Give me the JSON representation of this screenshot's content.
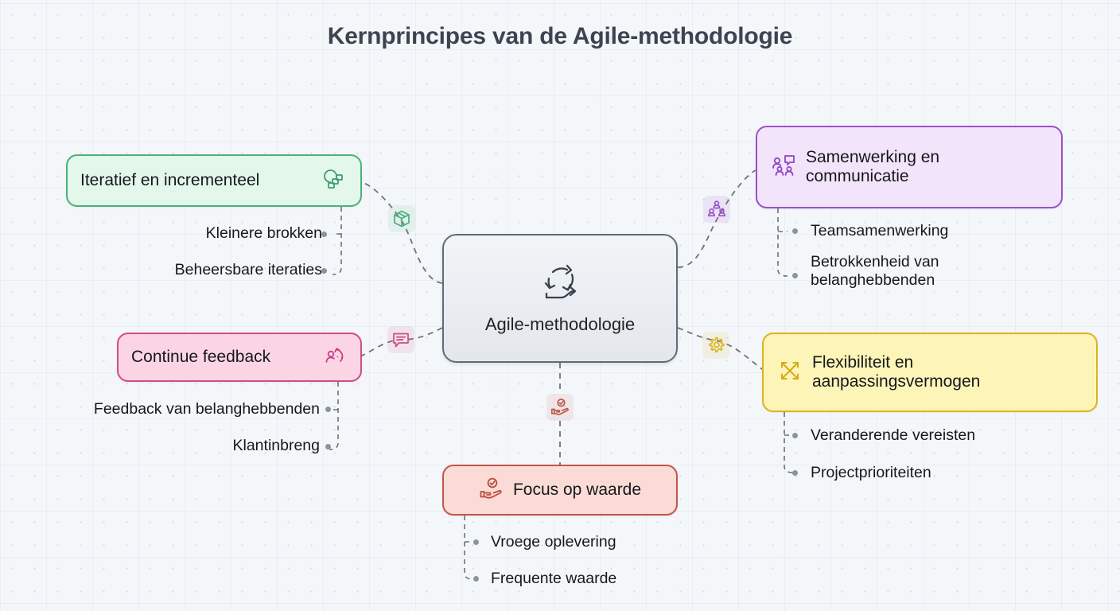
{
  "page": {
    "title": "Kernprincipes van de Agile-methodologie",
    "background": "#f4f7fa"
  },
  "center_node": {
    "label": "Agile-methodologie",
    "icon": "agile-cycle-icon",
    "fill": "#eceff3",
    "border": "#5f6b7a"
  },
  "branches": [
    {
      "id": "iterative",
      "label": "Iteratief en incrementeel",
      "icon": "incremental-blocks-icon",
      "edge_icon": "package-box-icon",
      "fill": "#e3f7ea",
      "border": "#4caf7d",
      "accent": "#3d9e6c",
      "sub_items": [
        "Kleinere brokken",
        "Beheersbare iteraties"
      ]
    },
    {
      "id": "collaboration",
      "label": "Samenwerking en\ncommunicatie",
      "icon": "people-chat-icon",
      "edge_icon": "users-group-icon",
      "fill": "#f2e4fa",
      "border": "#9b51c8",
      "accent": "#8e44c4",
      "sub_items": [
        "Teamsamenwerking",
        "Betrokkenheid van\nbelanghebbenden"
      ]
    },
    {
      "id": "feedback",
      "label": "Continue feedback",
      "icon": "person-feedback-loop-icon",
      "edge_icon": "message-bubble-icon",
      "fill": "#fbd5e4",
      "border": "#d14b86",
      "accent": "#c9408a",
      "sub_items": [
        "Feedback van belanghebbenden",
        "Klantinbreng"
      ]
    },
    {
      "id": "flexibility",
      "label": "Flexibiliteit en\naanpassingsvermogen",
      "icon": "shuffle-arrows-icon",
      "edge_icon": "gear-icon",
      "fill": "#fdf4b8",
      "border": "#dcb51e",
      "accent": "#d4ac11",
      "sub_items": [
        "Veranderende vereisten",
        "Projectprioriteiten"
      ]
    },
    {
      "id": "value",
      "label": "Focus op waarde",
      "icon": "hand-value-icon",
      "edge_icon": "hand-check-icon",
      "fill": "#fadbd5",
      "border": "#c0564a",
      "accent": "#b9503f",
      "sub_items": [
        "Vroege oplevering",
        "Frequente waarde"
      ]
    }
  ]
}
